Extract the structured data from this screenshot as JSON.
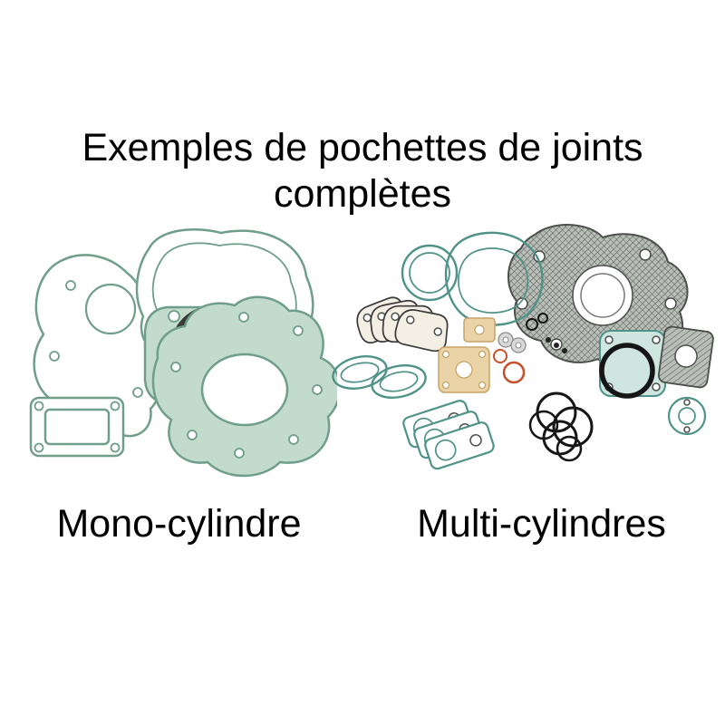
{
  "title": "Exemples de pochettes de joints complètes",
  "labels": {
    "left": "Mono-cylindre",
    "right": "Multi-cylindres"
  },
  "colors": {
    "gasket_green": "#c2dbcd",
    "gasket_stroke": "#6f9e8a",
    "teal_stroke": "#4f9287",
    "gasket_teal_light": "#cfe5df",
    "hatch_gray": "#8f948f",
    "oring_black": "#161616",
    "oring_orange": "#c7502b",
    "paper_beige": "#ead3a6",
    "text_color": "#000000",
    "background": "#ffffff"
  }
}
